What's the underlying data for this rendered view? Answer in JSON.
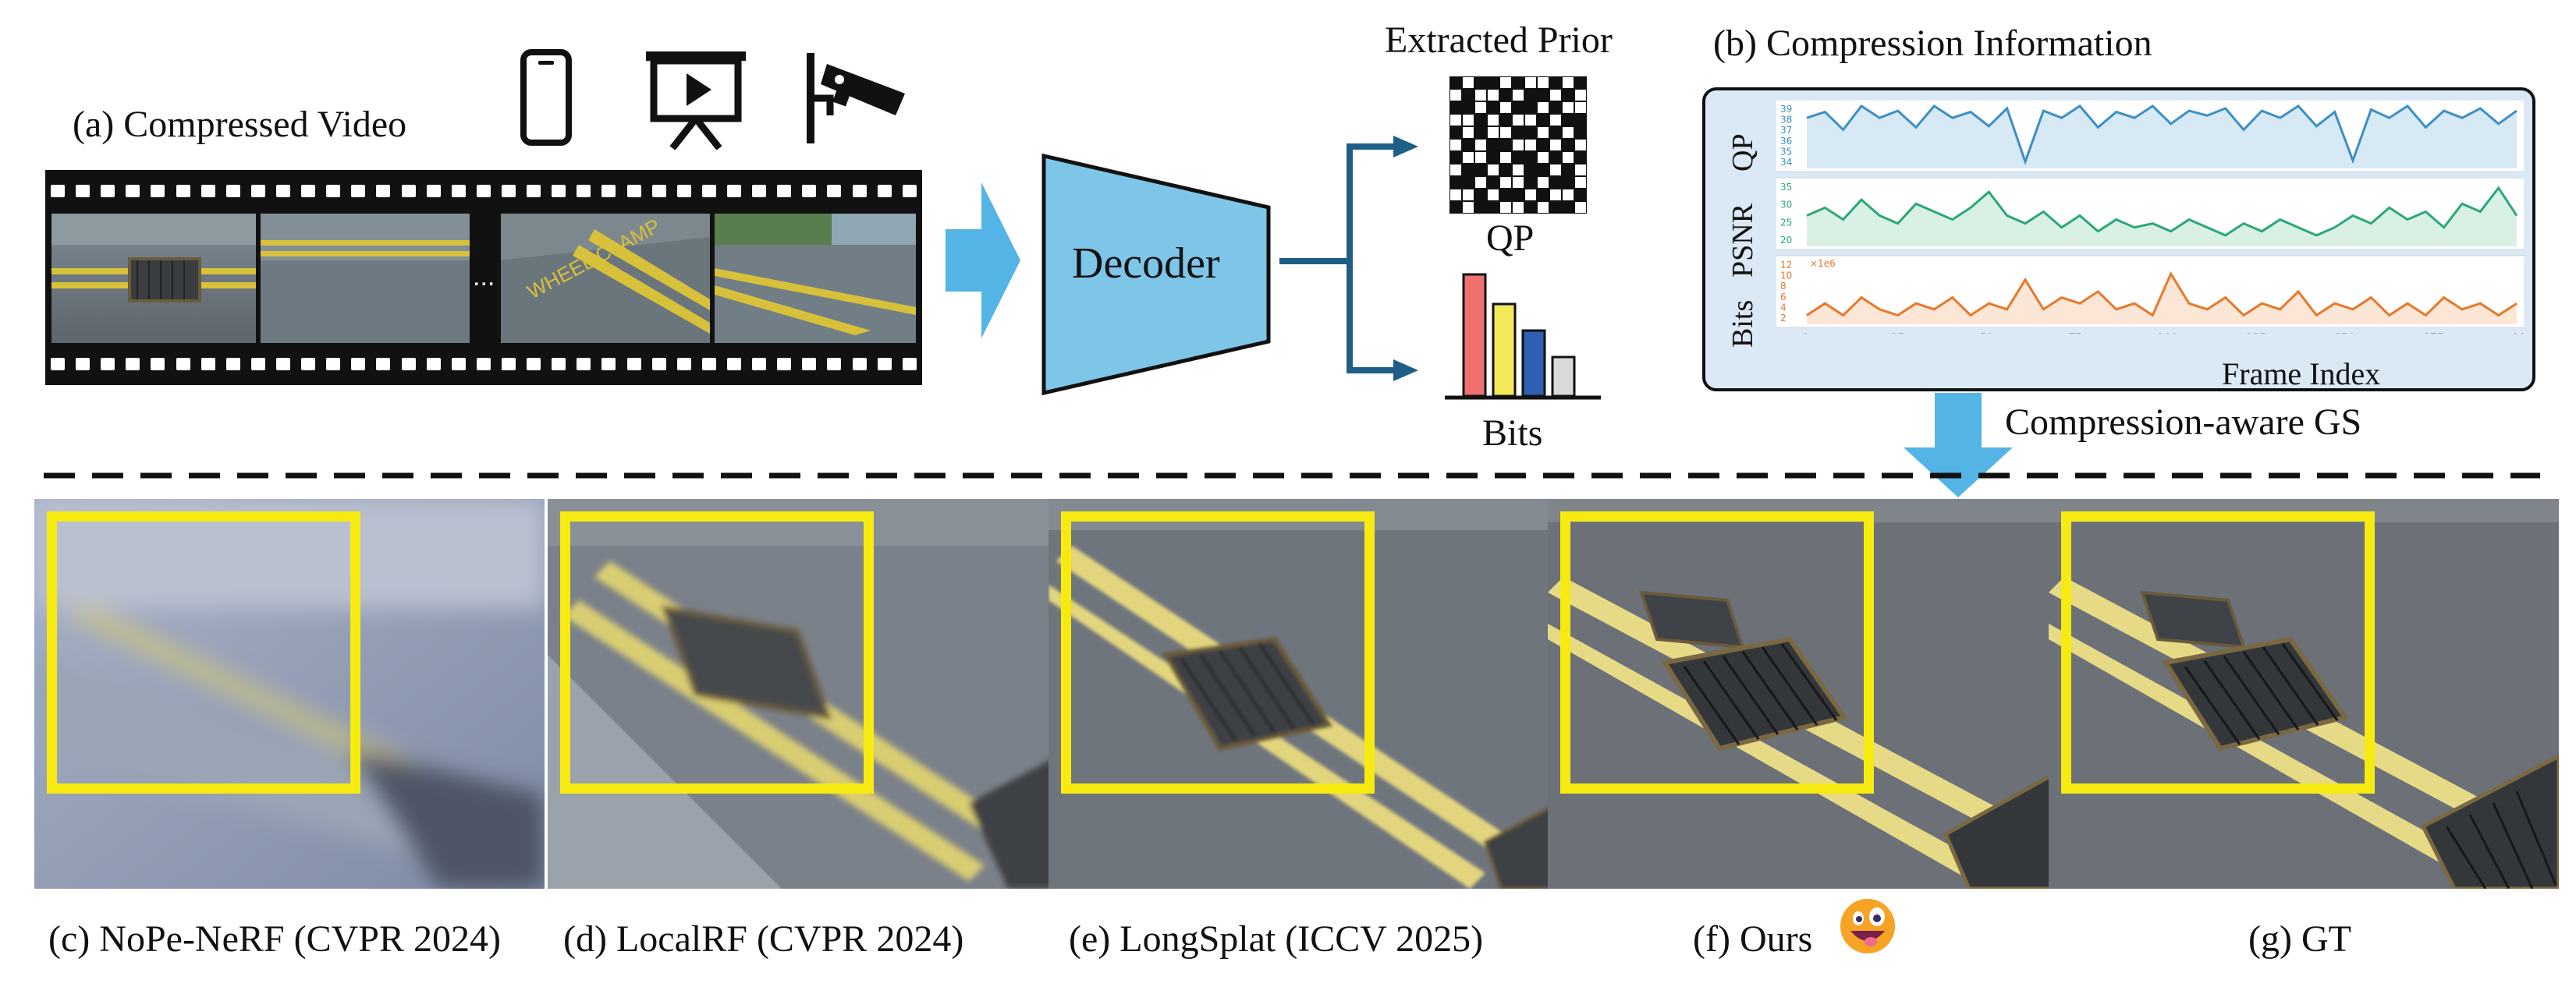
{
  "labels": {
    "compressed_video": "(a) Compressed Video",
    "extracted_prior": "Extracted Prior",
    "compression_info": "(b) Compression Information",
    "decoder": "Decoder",
    "qp": "QP",
    "bits": "Bits",
    "frame_index": "Frame Index",
    "compression_aware": "Compression-aware GS",
    "ellipsis": "..."
  },
  "chart_axes": {
    "qp": "QP",
    "psnr": "PSNR",
    "bits": "Bits",
    "bits_exp": "×1e6"
  },
  "qp_ticks": [
    "39",
    "38",
    "37",
    "36",
    "35",
    "34"
  ],
  "psnr_ticks": [
    "35",
    "30",
    "25",
    "20"
  ],
  "bits_ticks": [
    "12",
    "10",
    "8",
    "6",
    "4",
    "2"
  ],
  "x_ticks": [
    "0",
    "25",
    "50",
    "75",
    "100",
    "125",
    "150",
    "175",
    "200"
  ],
  "captions": [
    "(c) NoPe-NeRF (CVPR 2024)",
    "(d) LocalRF (CVPR 2024)",
    "(e) LongSplat (ICCV 2025)",
    "(f) Ours",
    "(g) GT"
  ],
  "colors": {
    "qp_line": "#3b8fc6",
    "psnr_line": "#2aa779",
    "bits_line": "#e8782a",
    "arrow_blue": "#55b4e6",
    "decoder_fill": "#7ec6e8",
    "dark_arrow": "#1f5e87",
    "highlight": "#f7ea10"
  },
  "chart_data": [
    {
      "type": "line",
      "ylabel": "QP",
      "x": [
        0,
        200
      ],
      "ylim": [
        34,
        39
      ],
      "series": [
        {
          "values": [
            38,
            38.5,
            37,
            39,
            38,
            38.6,
            37.2,
            39,
            38,
            38.5,
            37.3,
            38.8,
            34.3,
            38.6,
            38,
            39,
            37.2,
            38.5,
            38,
            39,
            37.5,
            38.6,
            38.2,
            38.8,
            37,
            38.6,
            38,
            39,
            37.3,
            38.5,
            34.4,
            38.7,
            38,
            39,
            37.2,
            38.6,
            38,
            38.8,
            37.5,
            38.6
          ]
        }
      ]
    },
    {
      "type": "line",
      "ylabel": "PSNR",
      "x": [
        0,
        200
      ],
      "ylim": [
        20,
        35
      ],
      "series": [
        {
          "values": [
            27,
            29,
            26,
            31,
            27,
            25,
            30,
            28,
            26,
            29,
            33,
            27,
            25,
            28,
            24,
            27,
            23,
            26,
            24,
            25,
            23,
            26,
            24,
            22,
            25,
            23,
            26,
            24,
            22,
            24,
            27,
            25,
            29,
            26,
            28,
            24,
            30,
            28,
            34,
            27
          ]
        }
      ]
    },
    {
      "type": "line",
      "ylabel": "Bits",
      "x": [
        0,
        200
      ],
      "ylim": [
        2,
        12
      ],
      "series": [
        {
          "values": [
            3,
            5,
            3,
            6,
            4,
            3,
            5,
            4,
            6,
            3,
            5,
            4,
            9,
            4,
            6,
            5,
            7,
            4,
            5,
            3,
            10,
            5,
            4,
            6,
            3,
            5,
            4,
            7,
            3,
            5,
            4,
            6,
            3,
            5,
            3,
            6,
            4,
            5,
            3,
            5
          ]
        }
      ]
    }
  ]
}
